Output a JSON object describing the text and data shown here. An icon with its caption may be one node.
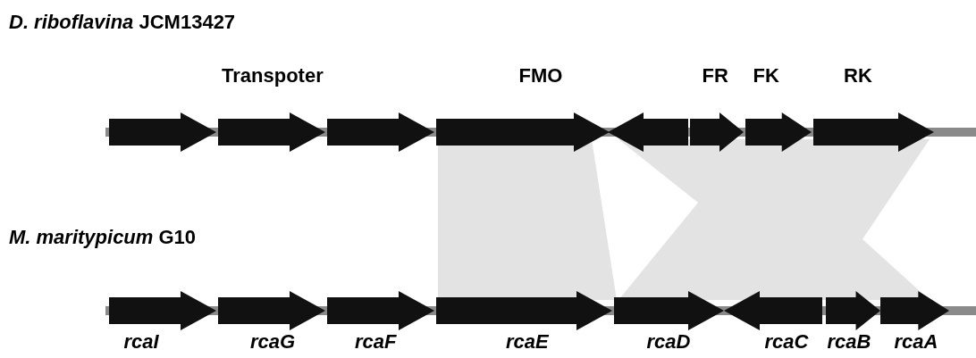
{
  "diagram": {
    "nodes": [
      {
        "text": [],
        "shape": "arrow"
      },
      {
        "text": [
          "Transpoter"
        ]
      },
      {
        "text": [],
        "shape": "arrow"
      },
      {
        "text": [
          "FMO"
        ]
      },
      {
        "text": [],
        "shape": "arrow"
      },
      {
        "text": [
          "FR"
        ]
      },
      {
        "text": [
          "FK"
        ]
      },
      {
        "text": [
          "RK"
        ]
      },
      {
        "text": [
          "rcaI"
        ]
      },
      {
        "text": [
          "rcaG"
        ]
      },
      {
        "text": [
          "rcaF"
        ]
      },
      {
        "text": [
          "rcaE"
        ]
      },
      {
        "text": [
          "rcaD"
        ]
      },
      {
        "text": [
          "rcaC"
        ]
      },
      {
        "text": [
          "rcaB"
        ]
      },
      {
        "text": [
          "rcaA"
        ]
      },
      {
        "text": [],
        "shape": "band"
      },
      {
        "text": [],
        "shape": "band"
      }
    ],
    "edges": [],
    "labels": [
      "*D. riboflavina* JCM13427",
      "*M. maritypicum* G10"
    ]
  }
}
